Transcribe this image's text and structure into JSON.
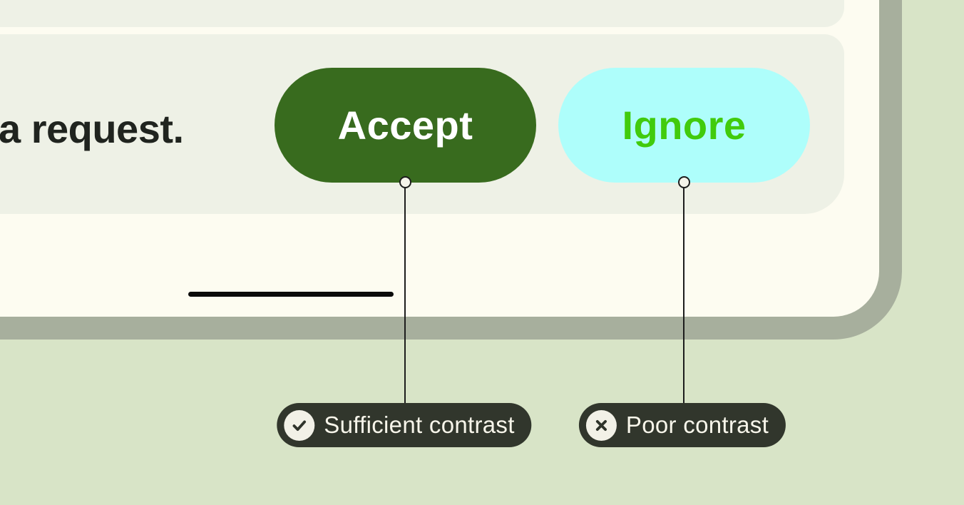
{
  "figure": {
    "description": "Contrast accessibility example: message card with action buttons and contrast callouts",
    "background_color": "#d8e4c7",
    "device": {
      "frame_color": "#a7af9d",
      "body_color": "#fdfcf1",
      "surface_color": "#eef1e6",
      "home_indicator_color": "#0b0b0b"
    }
  },
  "message": {
    "fragment": "a request.",
    "text_color": "#20241f"
  },
  "buttons": [
    {
      "label": "Accept",
      "bg": "#386b1e",
      "fg": "#ffffff",
      "contrast": "sufficient"
    },
    {
      "label": "Ignore",
      "bg": "#aefefb",
      "fg": "#41cb0c",
      "contrast": "poor"
    }
  ],
  "annotations": [
    {
      "label": "Sufficient contrast",
      "icon": "check-circle-icon",
      "pill_bg": "#31362c",
      "pill_fg": "#f7f5ea"
    },
    {
      "label": "Poor contrast",
      "icon": "x-circle-icon",
      "pill_bg": "#31362c",
      "pill_fg": "#f7f5ea"
    }
  ],
  "connector_color": "#1d1d1d"
}
